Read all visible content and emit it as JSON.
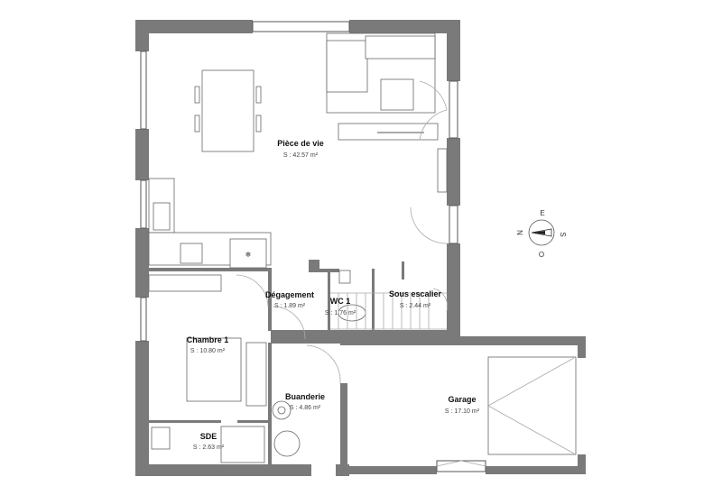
{
  "rooms": [
    {
      "name": "Pièce de vie",
      "area": "S : 42.57 m²"
    },
    {
      "name": "Dégagement",
      "area": "S : 1.89 m²"
    },
    {
      "name": "WC 1",
      "area": "S : 1.76 m²"
    },
    {
      "name": "Sous escalier",
      "area": "S : 2.44 m²"
    },
    {
      "name": "Chambre 1",
      "area": "S : 10.80 m²"
    },
    {
      "name": "Buanderie",
      "area": "S : 4.86 m²"
    },
    {
      "name": "SDE",
      "area": "S : 2.63 m²"
    },
    {
      "name": "Garage",
      "area": "S : 17.10 m²"
    }
  ],
  "compass": {
    "north": "N",
    "east": "E",
    "south": "S",
    "west": "O"
  },
  "colors": {
    "wall": "#7a7a7a",
    "line": "#555555"
  }
}
